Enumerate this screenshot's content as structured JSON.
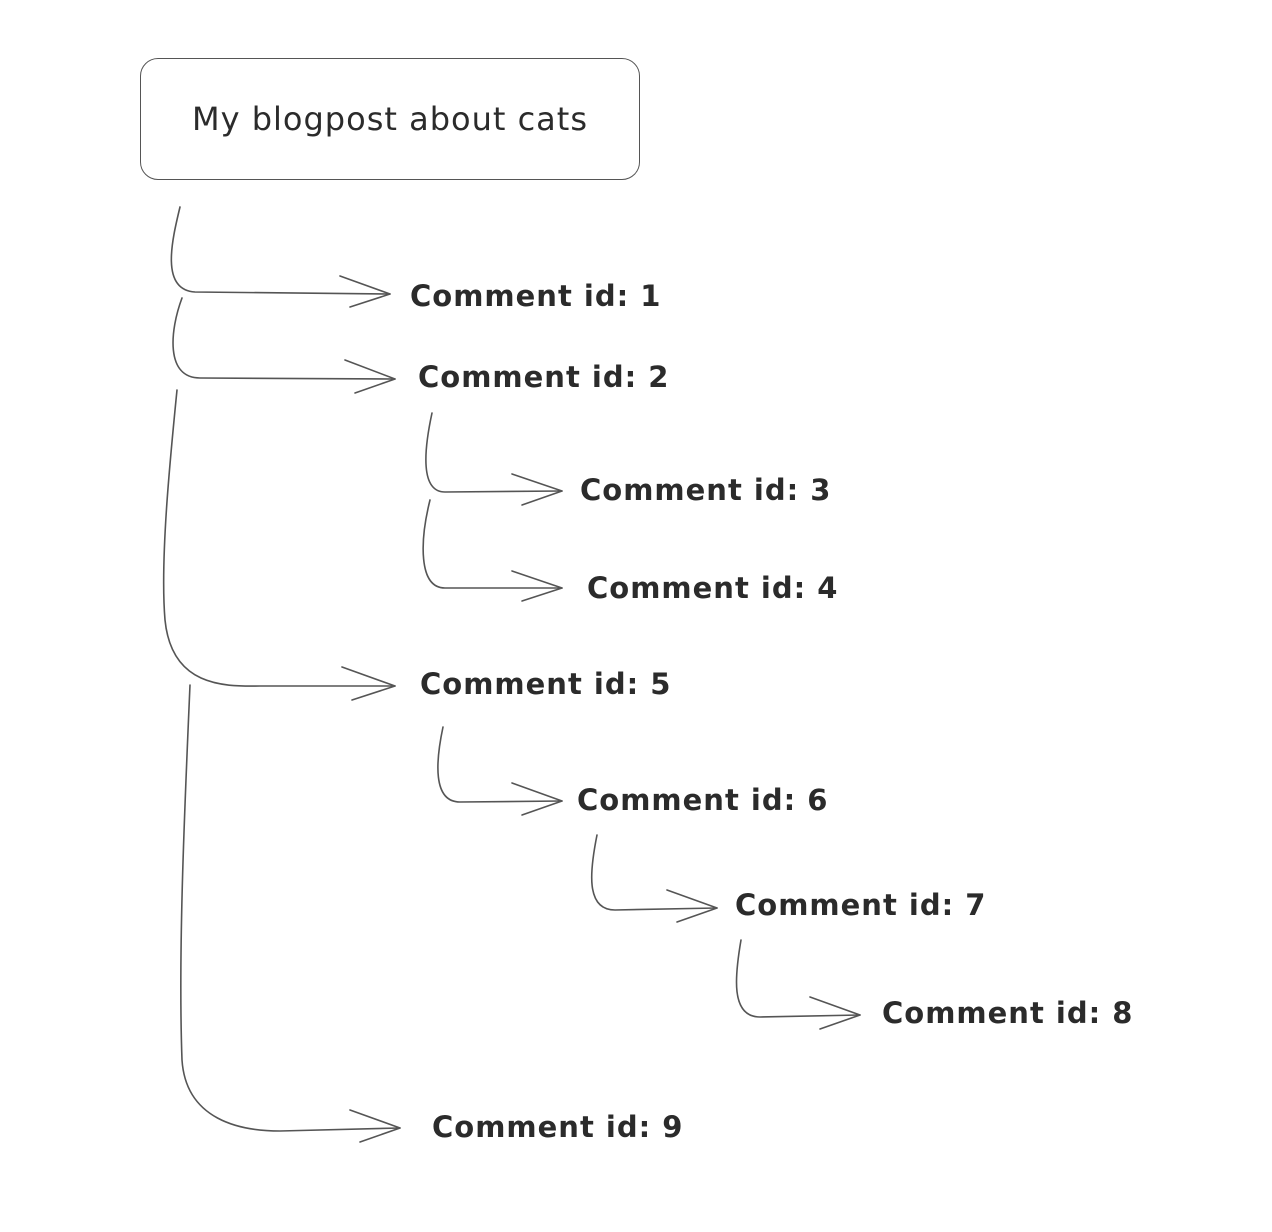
{
  "post": {
    "title": "My blogpost about cats"
  },
  "comments": [
    {
      "label": "Comment id: 1",
      "depth": 1
    },
    {
      "label": "Comment id: 2",
      "depth": 1
    },
    {
      "label": "Comment id: 3",
      "depth": 2
    },
    {
      "label": "Comment id: 4",
      "depth": 2
    },
    {
      "label": "Comment id: 5",
      "depth": 1
    },
    {
      "label": "Comment id: 6",
      "depth": 2
    },
    {
      "label": "Comment id: 7",
      "depth": 3
    },
    {
      "label": "Comment id: 8",
      "depth": 4
    },
    {
      "label": "Comment id: 9",
      "depth": 1
    }
  ],
  "colors": {
    "stroke": "#555555",
    "text": "#2b2b2b",
    "background": "#ffffff"
  }
}
